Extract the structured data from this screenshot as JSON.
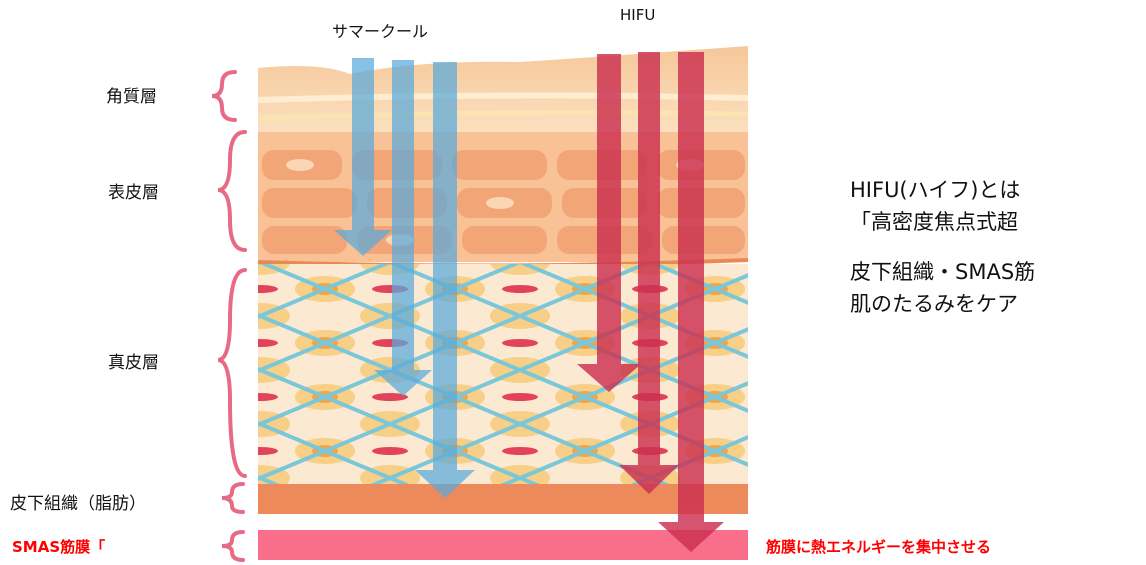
{
  "header": {
    "thermacool": "サマークール",
    "hifu": "HIFU"
  },
  "layers": {
    "stratum_corneum": "角質層",
    "epidermis": "表皮層",
    "dermis": "真皮層",
    "subcutaneous": "皮下組織（脂肪）",
    "smas": "SMAS筋膜「"
  },
  "description": {
    "line1": "HIFU(ハイフ)とは",
    "line2": "「高密度焦点式超",
    "line3": "皮下組織・SMAS筋",
    "line4": "肌のたるみをケア"
  },
  "caption": "筋膜に熱エネルギーを集中させる",
  "colors": {
    "bracket": "#e86b86",
    "thermacool_arrow": "#6fb3de",
    "hifu_arrow": "#d9425a",
    "smas_band": "#f96e8a",
    "fat_band": "#ec8a5c",
    "caption": "#ff0000"
  }
}
